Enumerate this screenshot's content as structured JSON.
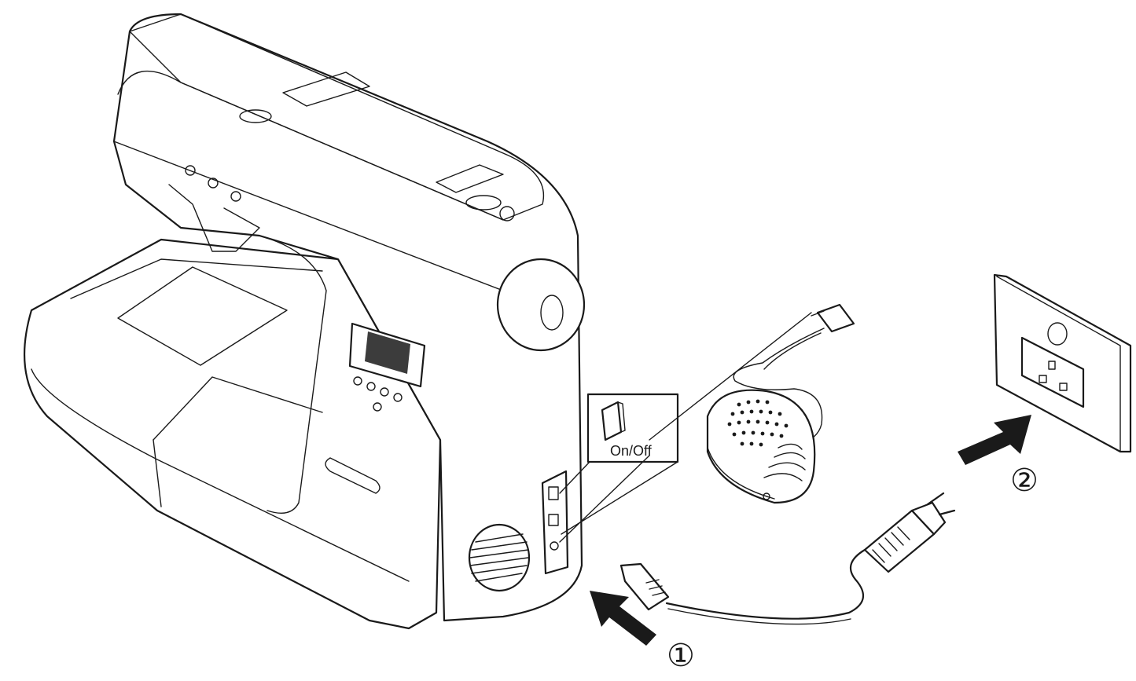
{
  "labels": {
    "switch_label": "On/Off",
    "step_one": "①",
    "step_two": "②"
  },
  "colors": {
    "ink": "#1a1a1a",
    "paper": "#ffffff"
  },
  "icons": [
    "sewing-machine-icon",
    "foot-controller-icon",
    "power-plug-icon",
    "wall-socket-icon",
    "arrow-icon"
  ]
}
